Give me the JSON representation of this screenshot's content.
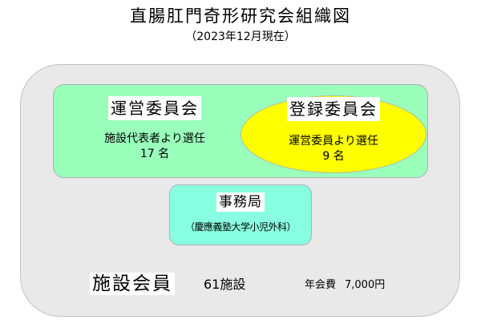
{
  "header": {
    "title": "直腸肛門奇形研究会組織図",
    "subtitle": "（2023年12月現在）"
  },
  "colors": {
    "outer_fill": "#e9e9e9",
    "steering_fill": "#99ffbb",
    "registration_fill": "#ffff00",
    "office_fill": "#88ffe0"
  },
  "steering_committee": {
    "title": "運営委員会",
    "selection": "施設代表者より選任",
    "count": "17 名"
  },
  "registration_committee": {
    "title": "登録委員会",
    "selection": "運営委員より選任",
    "count": "9 名"
  },
  "office": {
    "title": "事務局",
    "affiliation": "（慶應義塾大学小児外科）"
  },
  "members": {
    "label": "施設会員",
    "count": "61施設",
    "fee_label": "年会費",
    "fee_value": "7,000円"
  }
}
